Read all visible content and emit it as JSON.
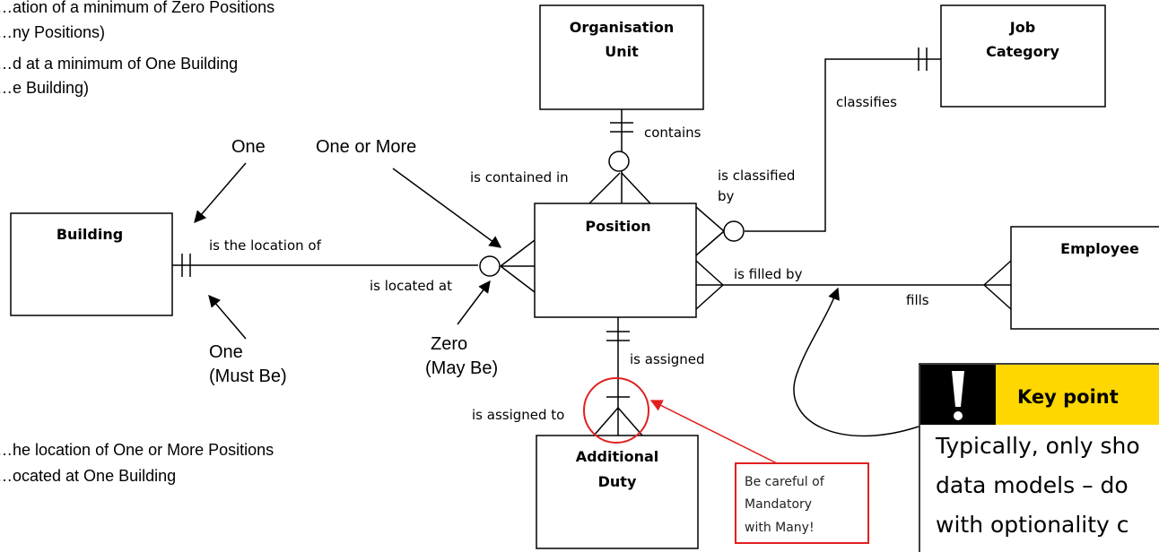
{
  "notes": {
    "top_line1": "…ation of a minimum of Zero Positions",
    "top_line2": "…ny Positions)",
    "top_line3": "…d at a minimum of One Building",
    "top_line4": "…e Building)",
    "bottom_line1": "…he location of One or More Positions",
    "bottom_line2": "…ocated at One Building"
  },
  "entities": {
    "organisation_unit": [
      "Organisation",
      "Unit"
    ],
    "job_category": [
      "Job",
      "Category"
    ],
    "building": "Building",
    "position": "Position",
    "employee": "Employee",
    "additional_duty": [
      "Additional",
      "Duty"
    ]
  },
  "relationship_labels": {
    "contains": "contains",
    "is_contained_in": "is contained in",
    "classifies": "classifies",
    "is_classified_by": [
      "is classified",
      "by"
    ],
    "is_the_location_of": "is the location of",
    "is_located_at": "is located at",
    "is_filled_by": "is filled by",
    "fills": "fills",
    "is_assigned": "is assigned",
    "is_assigned_to": "is assigned to"
  },
  "cardinality_annotations": {
    "one_top": "One",
    "one_or_more": "One or More",
    "one_must_be": [
      "One",
      "(Must Be)"
    ],
    "zero_may_be": [
      "Zero",
      "(May Be)"
    ]
  },
  "warning_callout": [
    "Be careful of",
    "Mandatory",
    "with Many!"
  ],
  "key_point": {
    "title": "Key point",
    "icon": "exclamation-icon",
    "lines": [
      "Typically, only sho",
      "data models – do",
      "with optionality c"
    ]
  },
  "colors": {
    "warning_red": "#e02020",
    "key_point_yellow": "#ffd700",
    "key_point_icon_bg": "#000000"
  }
}
